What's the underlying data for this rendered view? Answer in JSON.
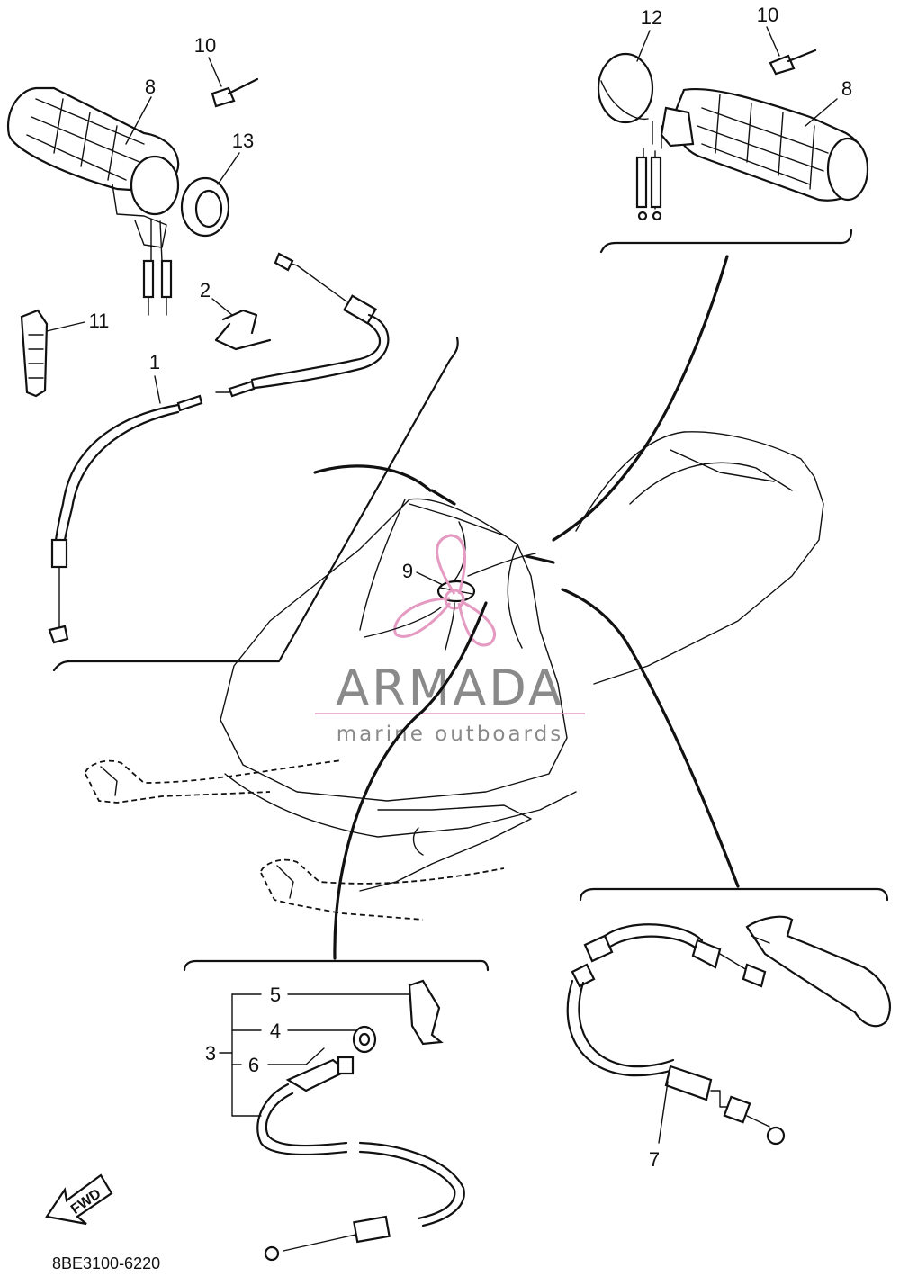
{
  "callouts": {
    "c1": "1",
    "c2": "2",
    "c3": "3",
    "c4": "4",
    "c5": "5",
    "c6": "6",
    "c7": "7",
    "c8_left": "8",
    "c8_right": "8",
    "c9": "9",
    "c10_left": "10",
    "c10_right": "10",
    "c11": "11",
    "c12": "12",
    "c13": "13"
  },
  "watermark": {
    "brand": "ARMADA",
    "tagline": "marine outboards",
    "accent_color": "#e59ac2",
    "text_color": "#8a8a8a"
  },
  "direction_marker": {
    "label": "FWD",
    "icon": "forward-arrow-icon"
  },
  "diagram_code": "8BE3100-6220"
}
